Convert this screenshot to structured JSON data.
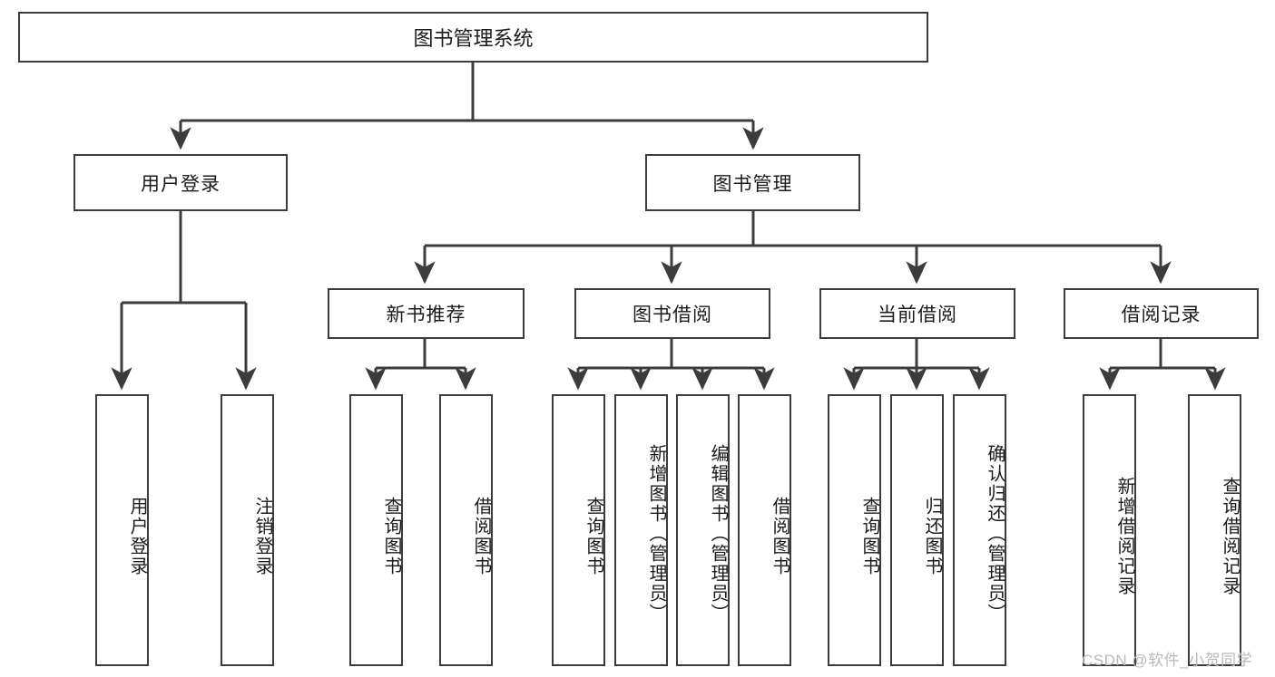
{
  "diagram": {
    "title": "图书管理系统",
    "type": "hierarchy-tree",
    "root": {
      "id": "root",
      "label": "图书管理系统"
    },
    "level1": [
      {
        "id": "user-login",
        "label": "用户登录"
      },
      {
        "id": "book-manage",
        "label": "图书管理"
      }
    ],
    "level2": [
      {
        "id": "new-book-rec",
        "label": "新书推荐",
        "parent": "book-manage"
      },
      {
        "id": "book-borrow",
        "label": "图书借阅",
        "parent": "book-manage"
      },
      {
        "id": "current-borrow",
        "label": "当前借阅",
        "parent": "book-manage"
      },
      {
        "id": "borrow-record",
        "label": "借阅记录",
        "parent": "book-manage"
      }
    ],
    "leaves": [
      {
        "id": "leaf-user-login",
        "label": "用户登录",
        "parent": "user-login"
      },
      {
        "id": "leaf-logout-login",
        "label": "注销登录",
        "parent": "user-login"
      },
      {
        "id": "leaf-query-book-1",
        "label": "查询图书",
        "parent": "new-book-rec"
      },
      {
        "id": "leaf-borrow-book-1",
        "label": "借阅图书",
        "parent": "new-book-rec"
      },
      {
        "id": "leaf-query-book-2",
        "label": "查询图书",
        "parent": "book-borrow"
      },
      {
        "id": "leaf-add-book",
        "label": "新增图书（管理员）",
        "parent": "book-borrow"
      },
      {
        "id": "leaf-edit-book",
        "label": "编辑图书（管理员）",
        "parent": "book-borrow"
      },
      {
        "id": "leaf-borrow-book-2",
        "label": "借阅图书",
        "parent": "book-borrow"
      },
      {
        "id": "leaf-query-book-3",
        "label": "查询图书",
        "parent": "current-borrow"
      },
      {
        "id": "leaf-return-book",
        "label": "归还图书",
        "parent": "current-borrow"
      },
      {
        "id": "leaf-confirm-return",
        "label": "确认归还（管理员）",
        "parent": "current-borrow"
      },
      {
        "id": "leaf-add-record",
        "label": "新增借阅记录",
        "parent": "borrow-record"
      },
      {
        "id": "leaf-query-record",
        "label": "查询借阅记录",
        "parent": "borrow-record"
      }
    ],
    "colors": {
      "stroke": "#3c3c3c",
      "background": "#ffffff",
      "text": "#1b1b1b",
      "watermark": "#b9b9b9"
    }
  },
  "watermark": {
    "text": "CSDN @软件_小贺同学"
  }
}
